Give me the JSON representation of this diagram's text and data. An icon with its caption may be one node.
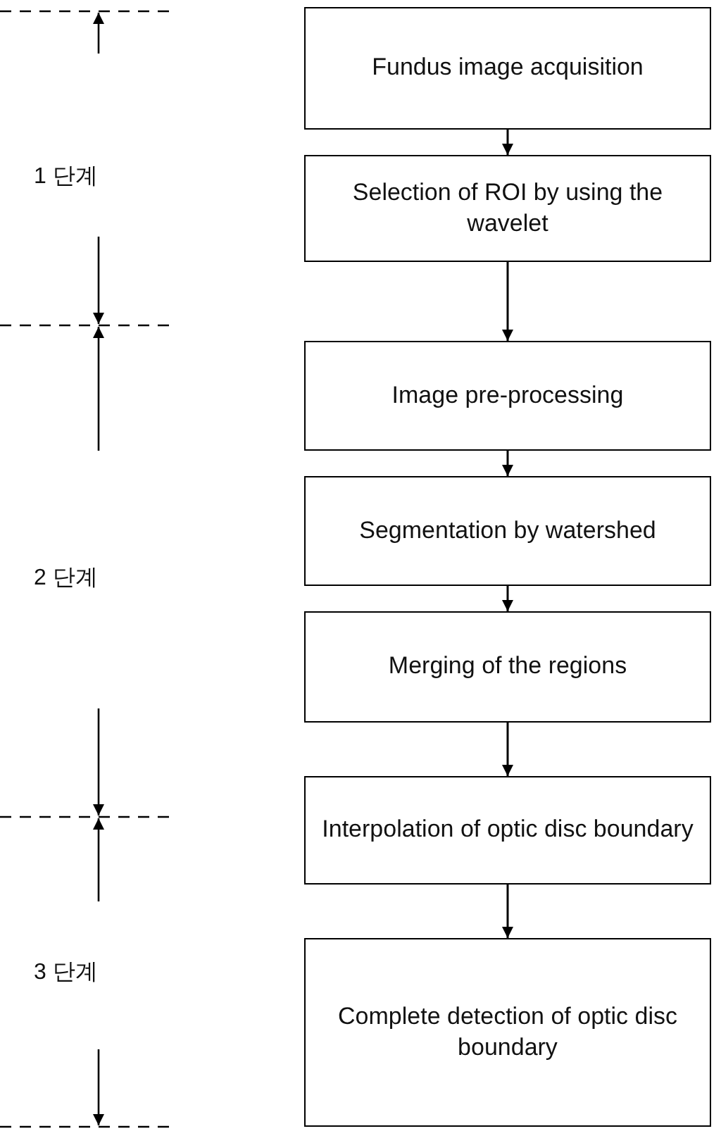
{
  "diagram": {
    "nodes": [
      {
        "text": [
          "Fundus image acquisition"
        ]
      },
      {
        "text": [
          "Selection of ROI by using the wavelet"
        ]
      },
      {
        "text": [
          "Image pre-processing"
        ]
      },
      {
        "text": [
          "Segmentation by watershed"
        ]
      },
      {
        "text": [
          "Merging of the regions"
        ]
      },
      {
        "text": [
          "Interpolation of optic disc boundary"
        ]
      },
      {
        "text": [
          "Complete detection of optic disc boundary"
        ]
      }
    ],
    "edges": [
      {
        "from": 0,
        "to": 1,
        "arrow": "to"
      },
      {
        "from": 1,
        "to": 2,
        "arrow": "to"
      },
      {
        "from": 2,
        "to": 3,
        "arrow": "to"
      },
      {
        "from": 3,
        "to": 4,
        "arrow": "to"
      },
      {
        "from": 4,
        "to": 5,
        "arrow": "to"
      },
      {
        "from": 5,
        "to": 6,
        "arrow": "to"
      }
    ],
    "labels": [
      "1 단계",
      "2 단계",
      "3 단계"
    ]
  }
}
